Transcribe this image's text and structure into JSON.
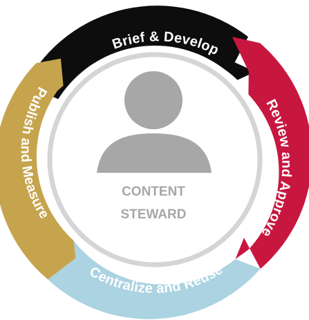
{
  "segments": [
    {
      "label": "Brief & Develop",
      "color": "#0d0d0d"
    },
    {
      "label": "Review and Approve",
      "color": "#c8173f"
    },
    {
      "label": "Centralize and Reuse",
      "color": "#abd3e2"
    },
    {
      "label": "Publish and Measure",
      "color": "#c6a44e"
    }
  ],
  "center": {
    "line1": "CONTENT",
    "line2": "STEWARD",
    "icon": "person-icon",
    "ring_color": "#d5d5d5",
    "icon_color": "#a7a7a7"
  }
}
